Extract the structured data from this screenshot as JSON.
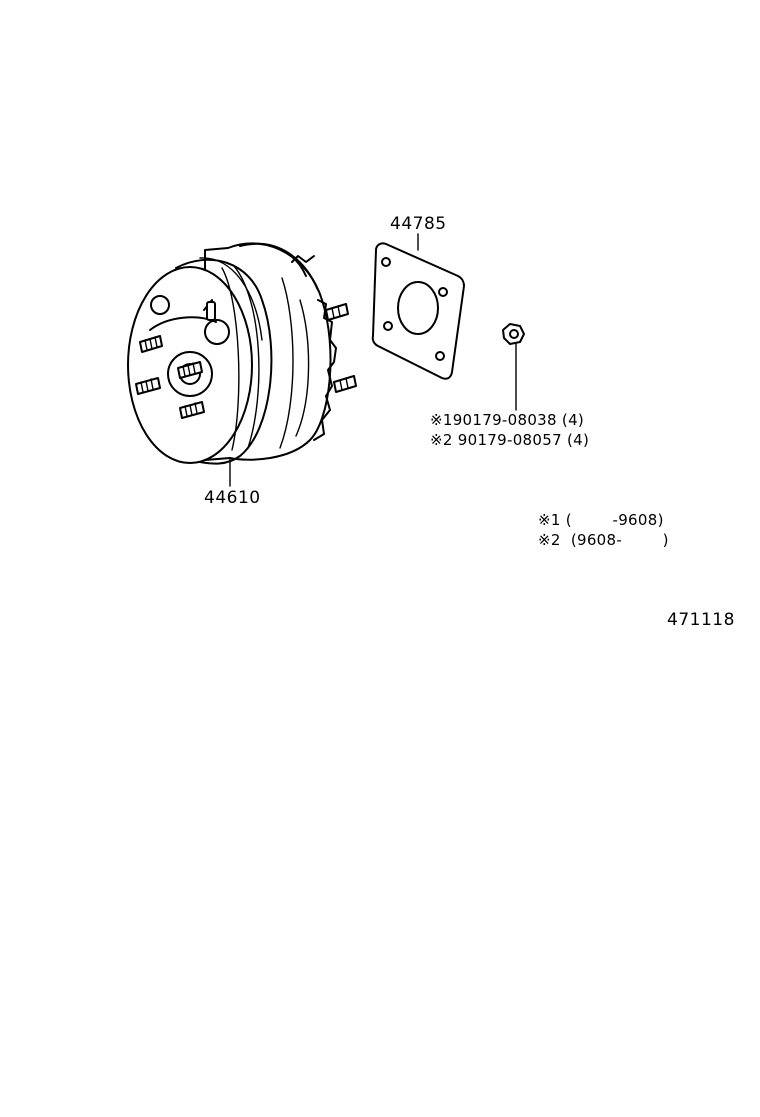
{
  "parts": {
    "booster": {
      "part_number": "44610"
    },
    "gasket": {
      "part_number": "44785"
    },
    "nut": {
      "line1": "※190179-08038 (4)",
      "line2": "※2 90179-08057 (4)"
    }
  },
  "legend": {
    "row1": "※1 (        -9608)",
    "row2": "※2  (9608-        )"
  },
  "diagram_id": "471118"
}
